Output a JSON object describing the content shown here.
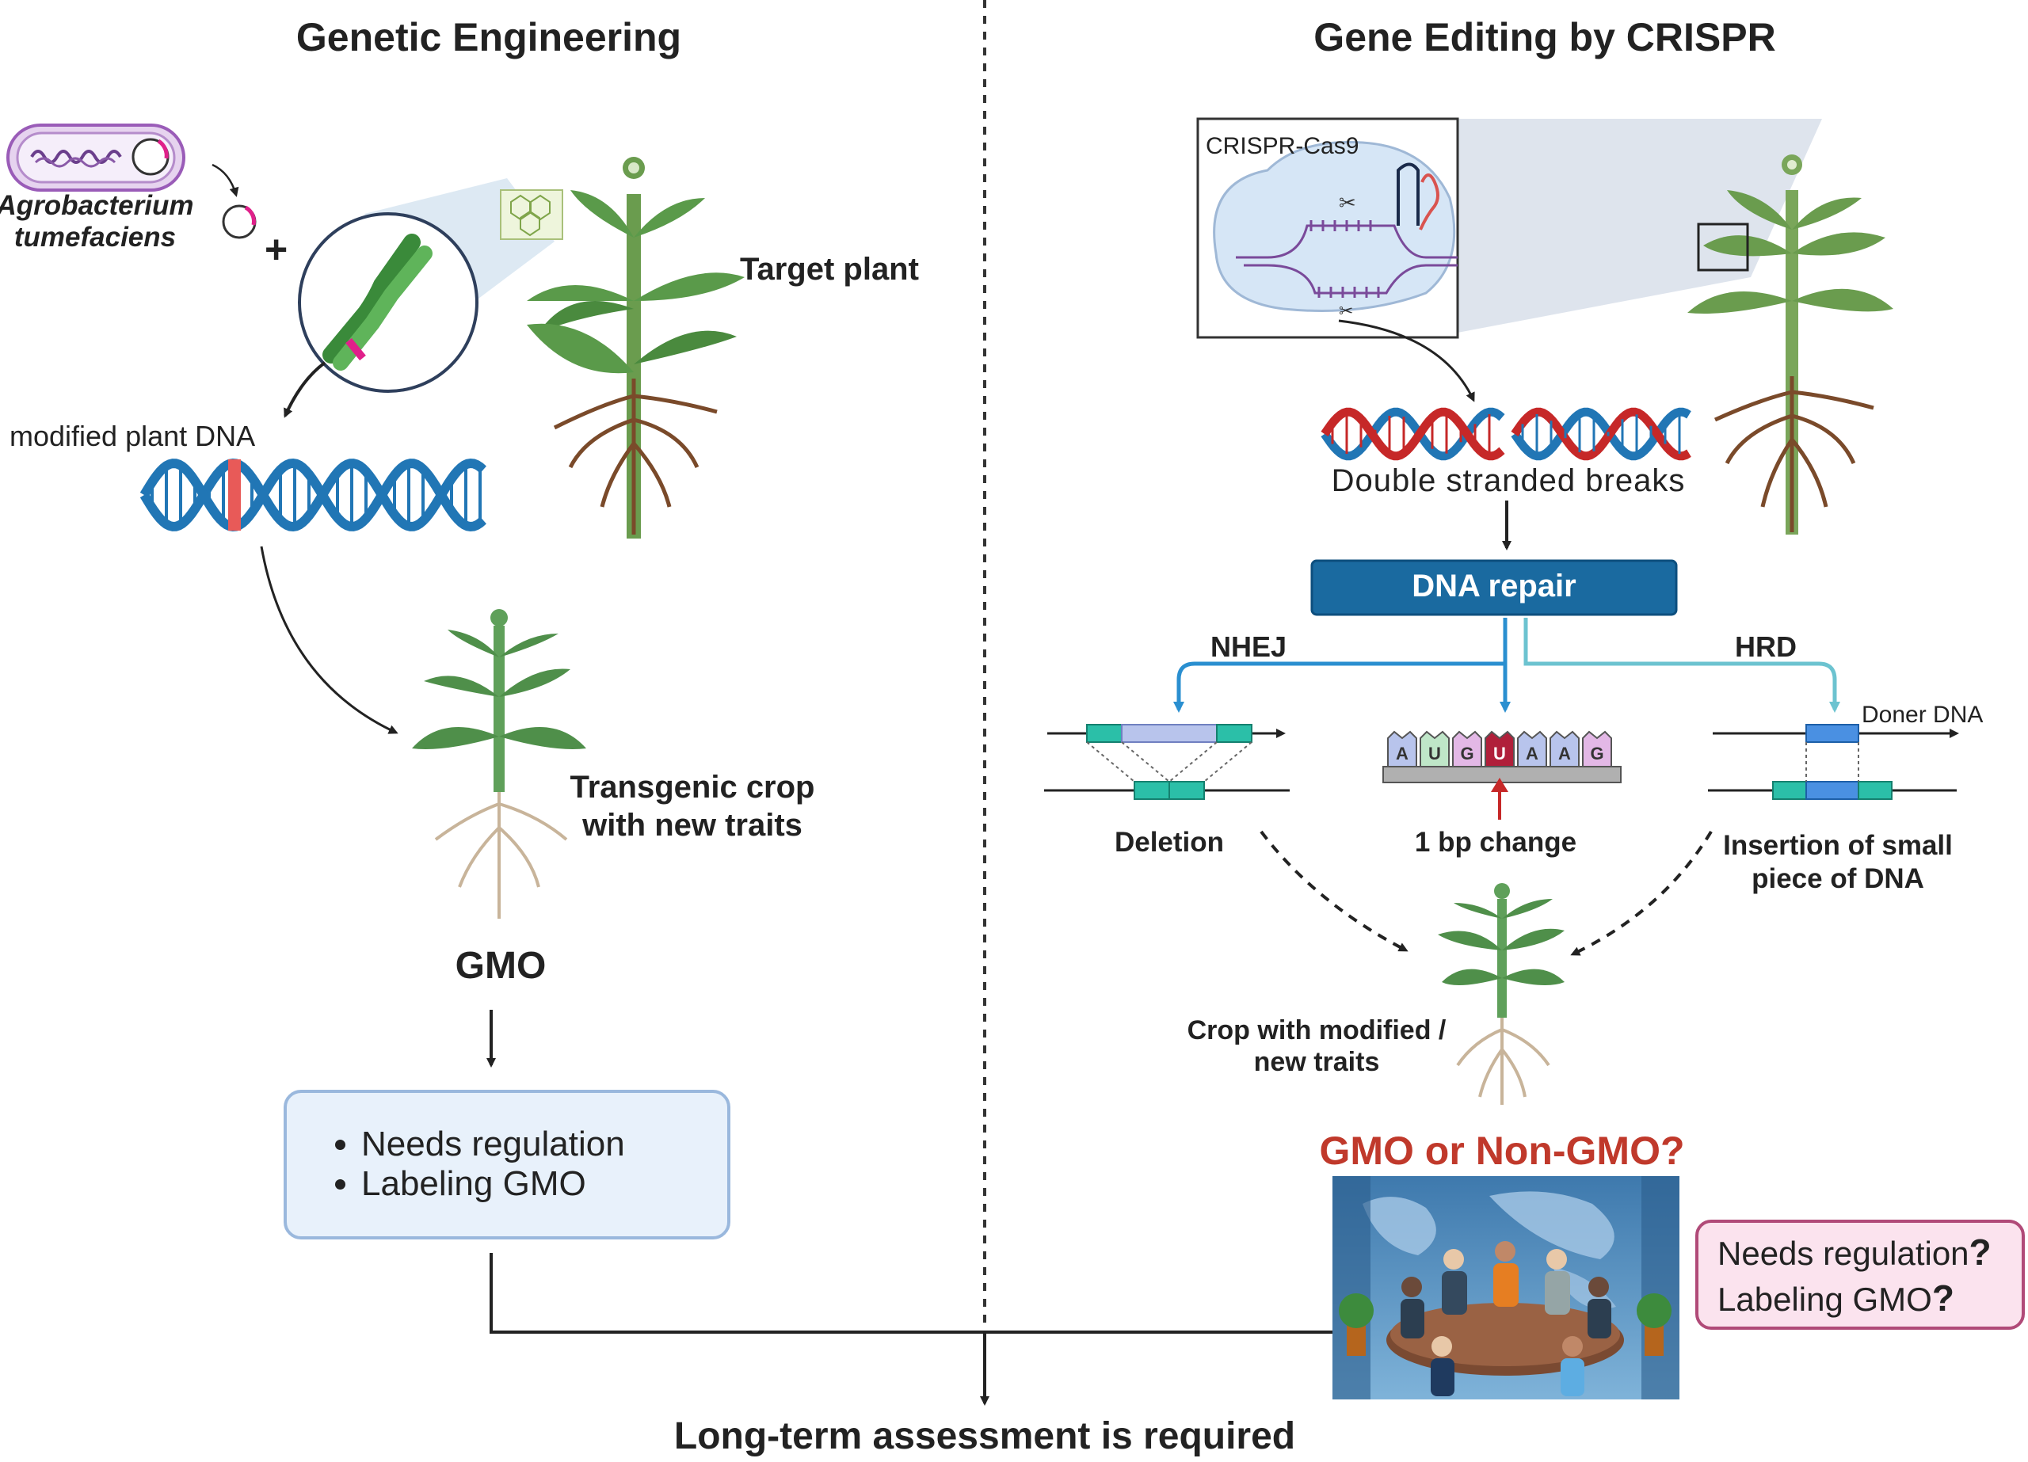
{
  "left": {
    "heading": "Genetic Engineering",
    "bacterium": [
      "Agrobacterium",
      "tumefaciens"
    ],
    "plus": "+",
    "target_plant": "Target plant",
    "modified_dna": "modified plant DNA",
    "transgenic": [
      "Transgenic crop",
      "with new traits"
    ],
    "gmo": "GMO",
    "box_items": [
      "Needs regulation",
      "Labeling GMO"
    ]
  },
  "right": {
    "heading": "Gene Editing by CRISPR",
    "crispr_label": "CRISPR-Cas9",
    "dsb": "Double stranded breaks",
    "dna_repair": "DNA repair",
    "nhej": "NHEJ",
    "hrd": "HRD",
    "doner": "Doner DNA",
    "deletion": "Deletion",
    "bp_change": "1 bp change",
    "insertion": [
      "Insertion of small",
      "piece of DNA"
    ],
    "bases": [
      "A",
      "U",
      "G",
      "U",
      "A",
      "A",
      "G"
    ],
    "crop": [
      "Crop with modified /",
      "new traits"
    ],
    "question": "GMO or Non-GMO?",
    "pink_lines": [
      "Needs regulation",
      "Labeling GMO"
    ],
    "qmark": "?"
  },
  "bottom": "Long-term assessment is required",
  "colors": {
    "dna_blue": "#2176b5",
    "dna_red": "#c62828",
    "repair_box": "#1a6aa0",
    "nhej_arrow": "#2a8fd0",
    "hrd_arrow": "#6cc3d0",
    "question_red": "#c0392b",
    "gmo_box_fill": "#e8f1fb",
    "gmo_box_stroke": "#9ab8dd",
    "pink_fill": "#fbe3ee",
    "pink_stroke": "#b04a78",
    "leaf": "#5a9a4a",
    "root": "#7a4a2a"
  }
}
